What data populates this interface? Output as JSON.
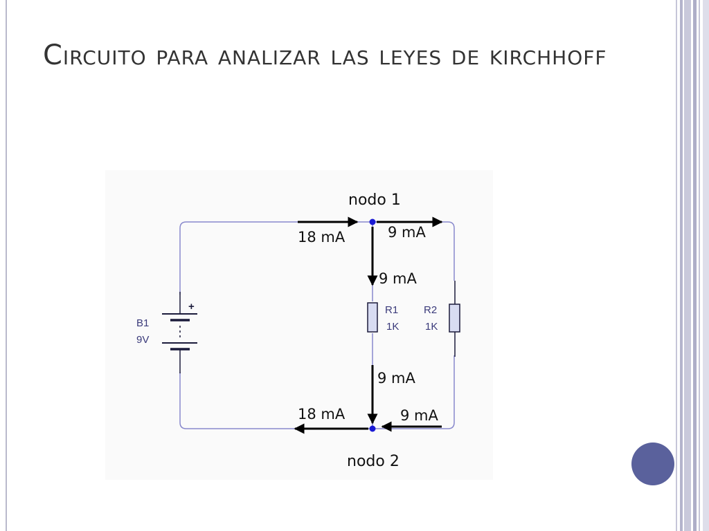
{
  "slide": {
    "title": "Circuito para analizar las leyes de kirchhoff",
    "accent_color": "#5a619c"
  },
  "diagram": {
    "wire_color": "#8888cc",
    "arrow_color": "#000000",
    "node_color": "#1a1ad4",
    "component_fill": "#d8dcf2",
    "component_label_color": "#3a3a7a",
    "nodes": [
      {
        "id": "n1",
        "label": "nodo 1"
      },
      {
        "id": "n2",
        "label": "nodo 2"
      }
    ],
    "battery": {
      "name": "B1",
      "value": "9V",
      "polarity": "+"
    },
    "resistors": [
      {
        "name": "R1",
        "value": "1K"
      },
      {
        "name": "R2",
        "value": "1K"
      }
    ],
    "currents": {
      "top_left_in": "18 mA",
      "top_right_out": "9 mA",
      "r1_top": "9 mA",
      "r1_bottom": "9 mA",
      "bottom_left_out": "18 mA",
      "bottom_right_in": "9 mA"
    }
  }
}
